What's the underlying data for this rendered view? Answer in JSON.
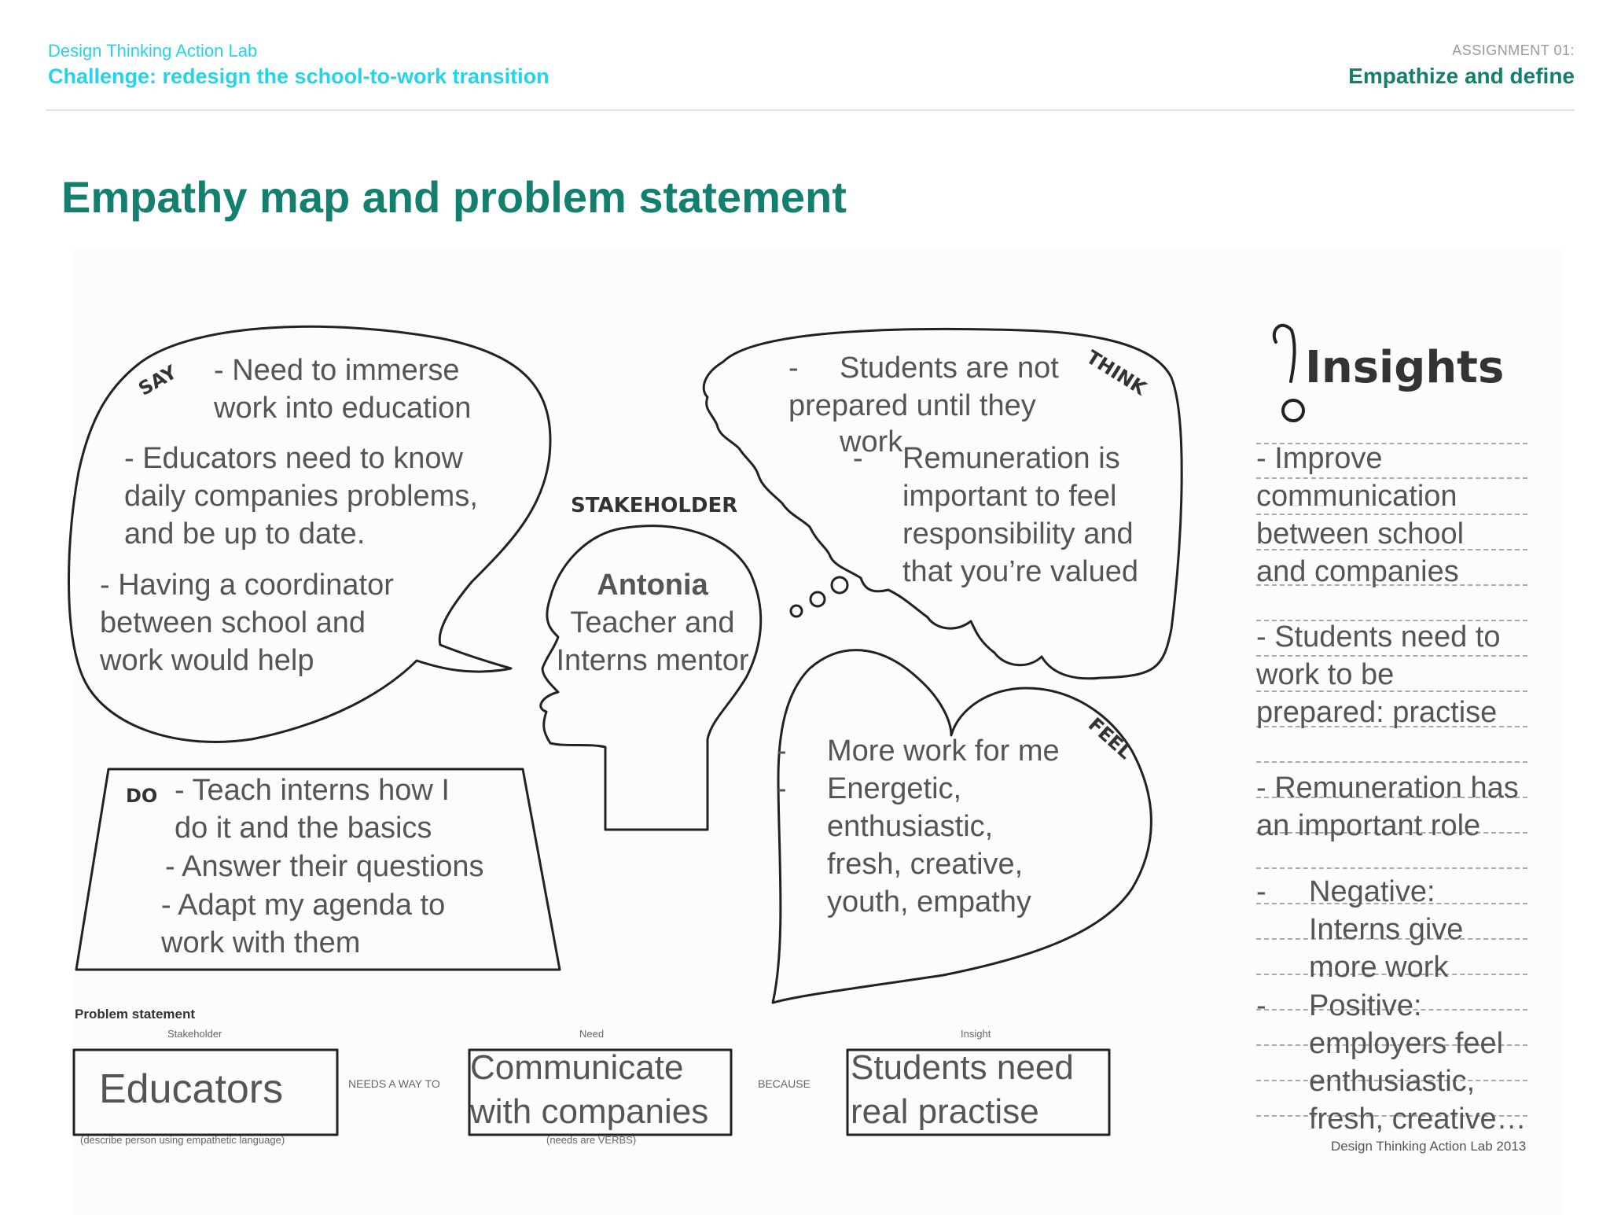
{
  "header": {
    "lab_name": "Design Thinking Action Lab",
    "challenge": "Challenge: redesign the school-to-work transition",
    "assignment": "ASSIGNMENT 01:",
    "phase": "Empathize and define"
  },
  "title": "Empathy map and problem statement",
  "map": {
    "say_label": "SAY",
    "think_label": "THINK",
    "feel_label": "FEEL",
    "do_label": "DO",
    "stakeholder_label": "STAKEHOLDER",
    "say": [
      "- Need to immerse\nwork into education",
      "- Educators need to know\ndaily companies problems,\nand be up to date.",
      "- Having a coordinator\nbetween school and\nwork would help"
    ],
    "think": [
      "Students are not",
      "prepared until they",
      "work",
      "Remuneration is\nimportant to feel\nresponsibility and\nthat you’re valued"
    ],
    "think_bullet": "-",
    "stakeholder_name": "Antonia",
    "stakeholder_role": "Teacher and\nInterns mentor",
    "feel": [
      "More work for me",
      "Energetic,\nenthusiastic,\nfresh, creative,\nyouth, empathy"
    ],
    "feel_bullet": "-",
    "do": [
      "- Teach interns how I\ndo it and the basics",
      "- Answer their questions",
      "- Adapt my agenda to\nwork with them"
    ]
  },
  "insights": {
    "title": "Insights",
    "items": [
      "- Improve\ncommunication\nbetween school\nand companies",
      "- Students need to\nwork to be\nprepared: practise",
      "- Remuneration has\nan important role"
    ],
    "bullet": "-",
    "negative": "Negative:\nInterns give\nmore work",
    "positive": "Positive:\nemployers feel\nenthusiastic,\nfresh, creative…"
  },
  "problem_statement": {
    "heading": "Problem statement",
    "stakeholder_caption": "Stakeholder",
    "need_caption": "Need",
    "insight_caption": "Insight",
    "stakeholder": "Educators",
    "connector_need": "NEEDS A WAY TO",
    "need": "Communicate\nwith companies",
    "connector_because": "BECAUSE",
    "insight": "Students need\nreal practise",
    "stakeholder_hint": "(describe person using empathetic language)",
    "need_hint": "(needs are VERBS)"
  },
  "footer_credit": "Design Thinking Action Lab 2013"
}
